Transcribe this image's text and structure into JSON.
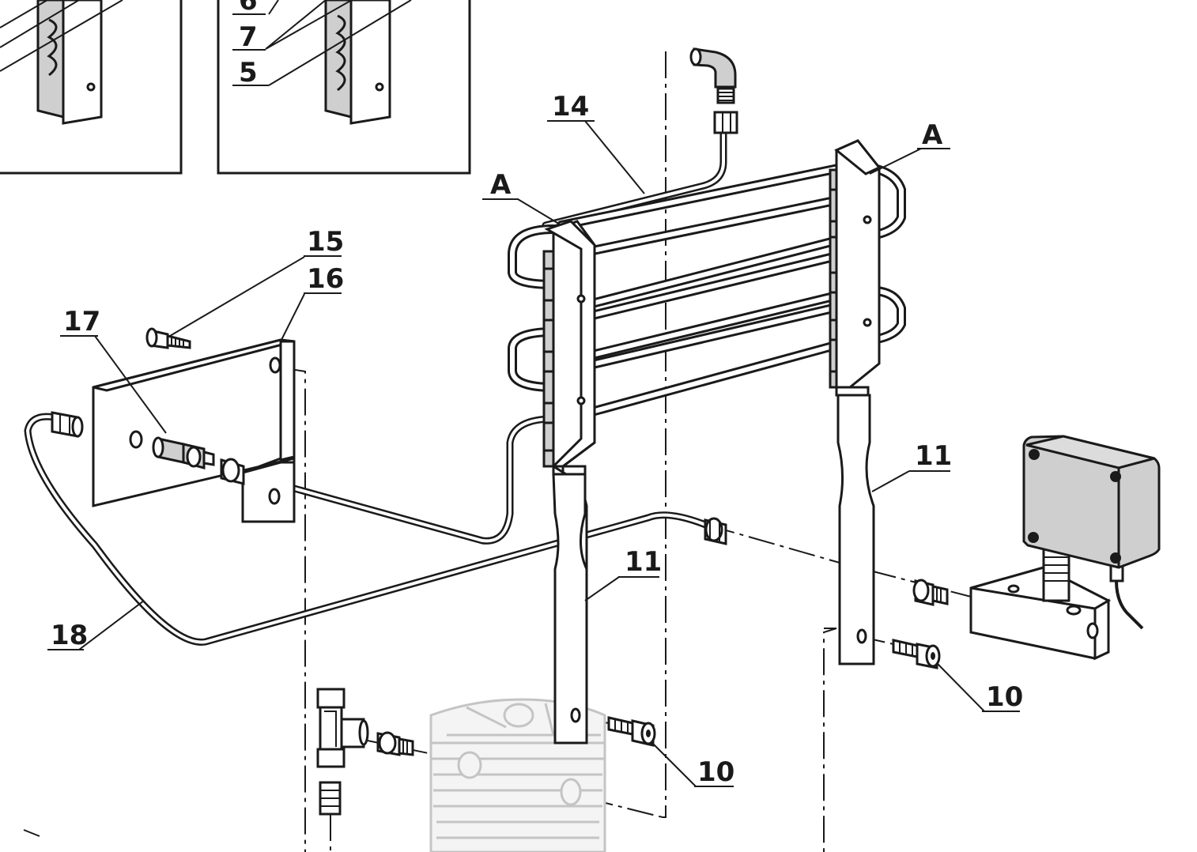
{
  "callouts": {
    "n6": "6",
    "n7": "7",
    "n5": "5",
    "n14": "14",
    "nA_left": "A",
    "nA_right": "A",
    "n15": "15",
    "n16": "16",
    "n17": "17",
    "n18": "18",
    "n11_right": "11",
    "n11_center": "11",
    "n10_right": "10",
    "n10_center": "10"
  },
  "colors": {
    "ink": "#1a1a1a",
    "part_fill": "#ffffff",
    "block_gray": "#cfcfcf",
    "ghost_gray": "#c4c4c4"
  },
  "icons": {
    "fitting": "hex-nut-fitting",
    "bolt": "socket-head-cap-screw",
    "elbow": "elbow-fitting",
    "box": "junction-box"
  }
}
